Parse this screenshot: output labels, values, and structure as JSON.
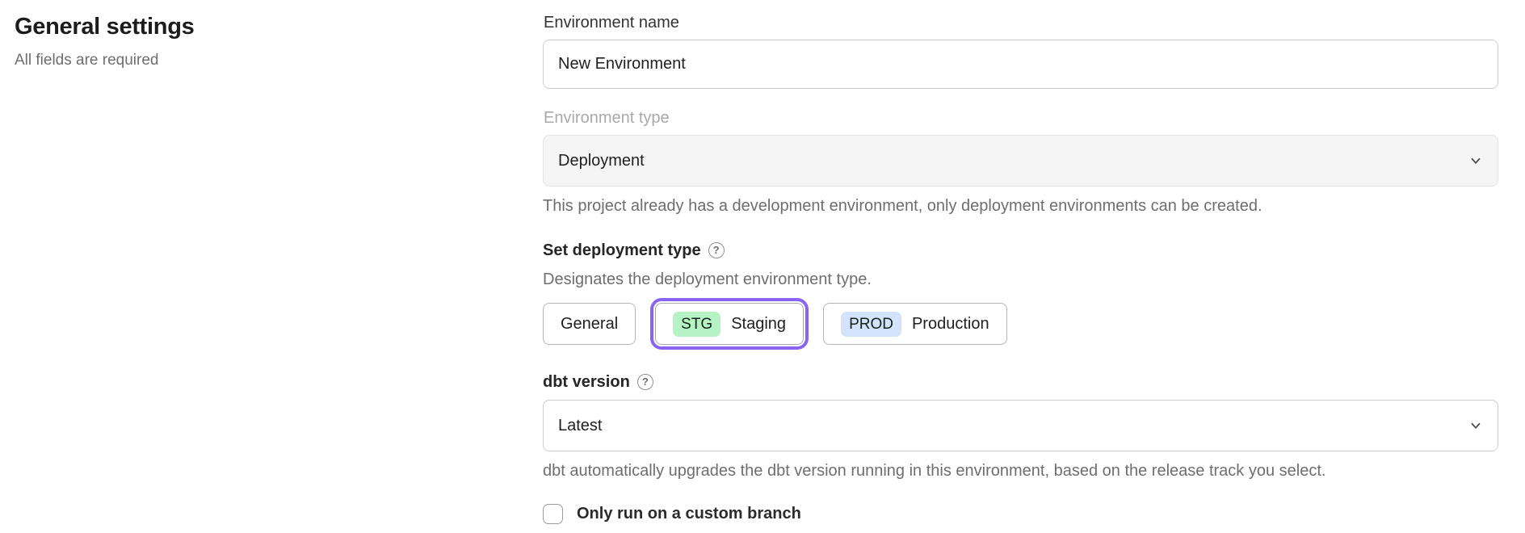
{
  "page": {
    "title": "General settings",
    "subtitle": "All fields are required"
  },
  "form": {
    "environment_name": {
      "label": "Environment name",
      "value": "New Environment"
    },
    "environment_type": {
      "label": "Environment type",
      "value": "Deployment",
      "disabled": true,
      "helper": "This project already has a development environment, only deployment environments can be created."
    },
    "deployment_type": {
      "label": "Set deployment type",
      "help_icon": "?",
      "description": "Designates the deployment environment type.",
      "options": [
        {
          "label": "General",
          "badge": "",
          "selected": false
        },
        {
          "label": "Staging",
          "badge": "STG",
          "selected": true,
          "badge_color": "#b5f3c5"
        },
        {
          "label": "Production",
          "badge": "PROD",
          "selected": false,
          "badge_color": "#d2e3fb"
        }
      ]
    },
    "dbt_version": {
      "label": "dbt version",
      "help_icon": "?",
      "value": "Latest",
      "helper": "dbt automatically upgrades the dbt version running in this environment, based on the release track you select."
    },
    "custom_branch": {
      "label": "Only run on a custom branch",
      "checked": false
    }
  },
  "colors": {
    "accent": "#8a63f2",
    "staging_badge": "#b5f3c5",
    "production_badge": "#d2e3fb",
    "disabled_field_bg": "#f5f5f5"
  }
}
